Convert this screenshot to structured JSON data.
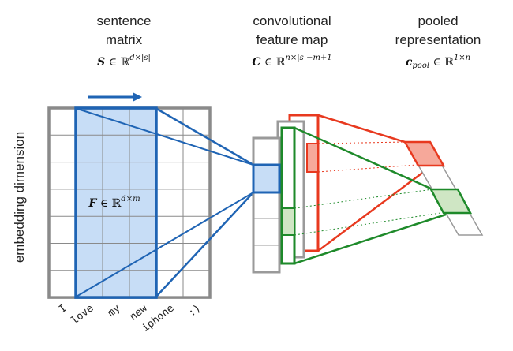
{
  "headers": {
    "sentence": {
      "line1": "sentence",
      "line2": "matrix",
      "math_bold": "S",
      "math_rest": " ∈ ℝ",
      "sup": "d×|s|"
    },
    "conv": {
      "line1": "convolutional",
      "line2": "feature map",
      "math_bold": "C",
      "math_rest": " ∈ ℝ",
      "sup": "n×|s|−m+1"
    },
    "pooled": {
      "line1": "pooled",
      "line2": "representation",
      "math_bold": "c",
      "math_sub": "pool",
      "math_rest": " ∈ ℝ",
      "sup": "1×n"
    }
  },
  "y_axis_label": "embedding dimension",
  "filter_label": {
    "math_bold": "F",
    "math_rest": " ∈ ℝ",
    "sup": "d×m"
  },
  "words": [
    "I",
    "love",
    "my",
    "new",
    "iphone",
    ":)"
  ],
  "colors": {
    "grid": "#8a8a8a",
    "blue": "#1f64b4",
    "blue_fill": "#c7ddf6",
    "red": "#e8391f",
    "red_fill": "#f6a89a",
    "green": "#1e8a2a",
    "green_fill": "#cfe6c4",
    "gray_fill": "#ffffff"
  }
}
